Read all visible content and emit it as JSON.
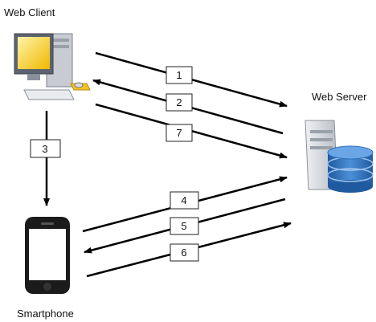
{
  "nodes": {
    "web_client": "Web Client",
    "web_server": "Web Server",
    "smartphone": "Smartphone"
  },
  "steps": [
    "1",
    "2",
    "7",
    "3",
    "4",
    "5",
    "6"
  ],
  "colors": {
    "arrow": "#000000",
    "monitor_screen": "#f2c200",
    "server_body": "#d6d9de",
    "database": "#2f6fb5"
  }
}
